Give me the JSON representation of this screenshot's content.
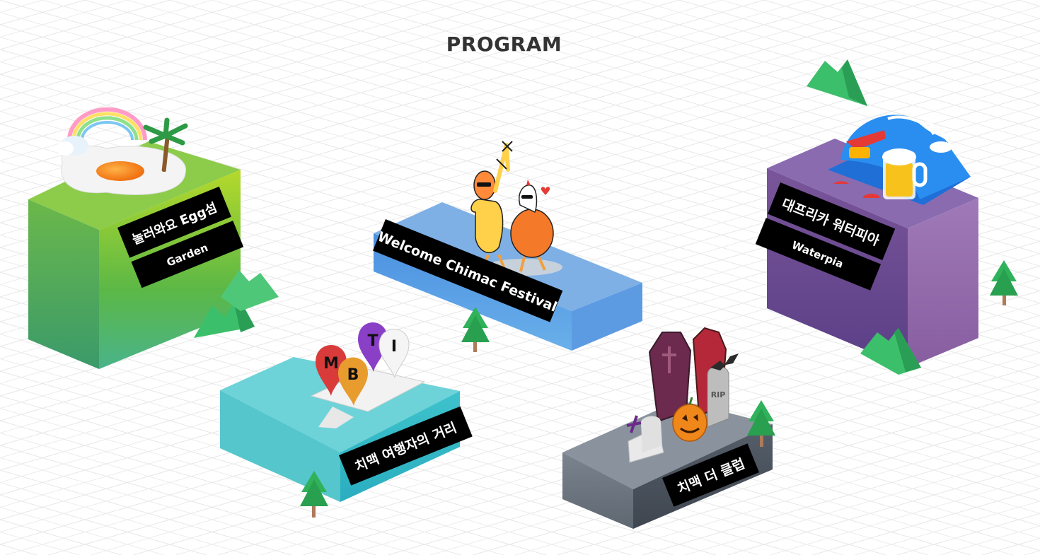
{
  "page": {
    "title": "PROGRAM"
  },
  "programs": [
    {
      "id": "garden",
      "label": "놀러와요 Egg섬",
      "sublabel": "Garden",
      "color": "#5fb84a",
      "icon": "fried-egg-island-icon"
    },
    {
      "id": "chimac-festival",
      "label": "Welcome Chimac Festival",
      "color": "#6aa7e6",
      "icon": "dancing-chickens-icon"
    },
    {
      "id": "waterpia",
      "label": "대프리카 워터피아",
      "sublabel": "Waterpia",
      "color": "#8d5fa7",
      "icon": "water-wave-beer-icon"
    },
    {
      "id": "mbti-street",
      "label": "치맥 여행자의 거리",
      "color": "#4fc9cf",
      "icon": "mbti-map-pins-icon",
      "pins": [
        "M",
        "B",
        "T",
        "I"
      ]
    },
    {
      "id": "chimac-the-club",
      "label": "치맥 더 클럽",
      "color": "#5d6672",
      "icon": "halloween-coffins-icon",
      "tombstone": "RIP"
    }
  ],
  "decor": {
    "tree_icon": "pine-tree-icon",
    "mountain_icon": "green-mountain-icon"
  }
}
